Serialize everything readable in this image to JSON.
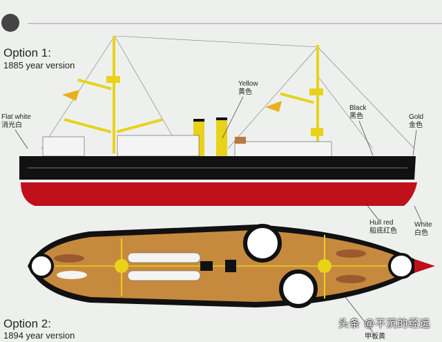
{
  "option1": {
    "title": "Option 1:",
    "subtitle": "1885 year version"
  },
  "option2": {
    "title": "Option 2:",
    "subtitle": "1894 year version"
  },
  "labels": {
    "flat_white": {
      "en": "Flat white",
      "zh": "消光白"
    },
    "yellow": {
      "en": "Yellow",
      "zh": "黄色"
    },
    "black": {
      "en": "Black",
      "zh": "黑色"
    },
    "gold": {
      "en": "Gold",
      "zh": "金色"
    },
    "hull_red": {
      "en": "Hull red",
      "zh": "船底红色"
    },
    "white": {
      "en": "White",
      "zh": "白色"
    },
    "deck": {
      "zh": "甲板黄"
    }
  },
  "watermark": "头条 @不沉的经远",
  "colors": {
    "hull_red": "#c0101a",
    "black": "#111111",
    "yellow": "#e8d21a",
    "deck": "#c68a3e",
    "background": "#eef0ee"
  }
}
